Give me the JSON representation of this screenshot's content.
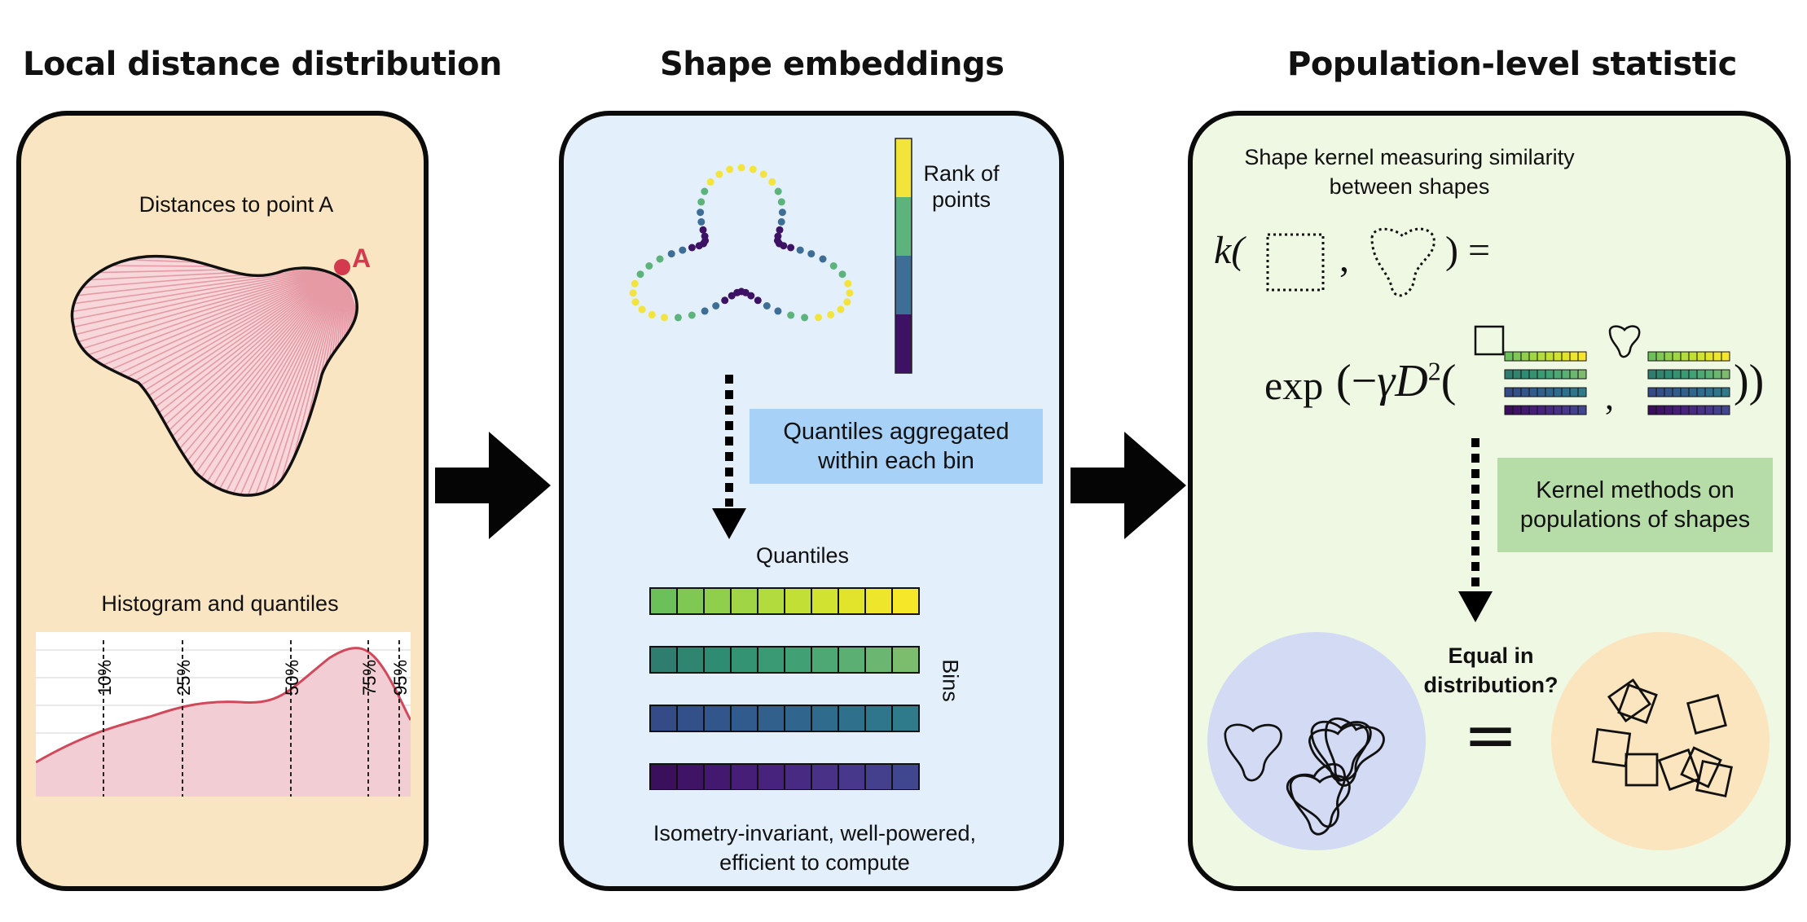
{
  "headings": {
    "left": "Local distance distribution",
    "middle": "Shape embeddings",
    "right": "Population-level statistic"
  },
  "left_panel": {
    "distances_label": "Distances to point A",
    "point_label": "A",
    "histogram_label": "Histogram and quantiles",
    "quantile_ticks": [
      "10%",
      "25%",
      "50%",
      "75%",
      "95%"
    ],
    "colors": {
      "background": "#fae5c3",
      "line": "#d0485a",
      "fill": "#f2cdd3"
    }
  },
  "middle_panel": {
    "rank_label_1": "Rank of",
    "rank_label_2": "points",
    "aggregate_box_1": "Quantiles aggregated",
    "aggregate_box_2": "within each bin",
    "quantiles_label": "Quantiles",
    "bins_label": "Bins",
    "footer_1": "Isometry-invariant, well-powered,",
    "footer_2": "efficient to compute",
    "colors": {
      "background": "#e3effa",
      "box": "#a8d1f7",
      "rank_colors": [
        "#f2e43a",
        "#5cb47c",
        "#3e6e96",
        "#3d1163"
      ]
    }
  },
  "right_panel": {
    "kernel_caption_1": "Shape kernel measuring similarity",
    "kernel_caption_2": "between shapes",
    "kernel_func": "k(",
    "kernel_comma": ",",
    "kernel_close": ") =",
    "exp_text": "exp",
    "kernel_methods_1": "Kernel methods on",
    "kernel_methods_2": "populations of shapes",
    "equal_q_1": "Equal in",
    "equal_q_2": "distribution?",
    "equals_sign": "=",
    "colors": {
      "background": "#eef8e3",
      "box": "#b6dca8",
      "left_circle": "#d3daf3",
      "right_circle": "#fbe5bf"
    }
  }
}
